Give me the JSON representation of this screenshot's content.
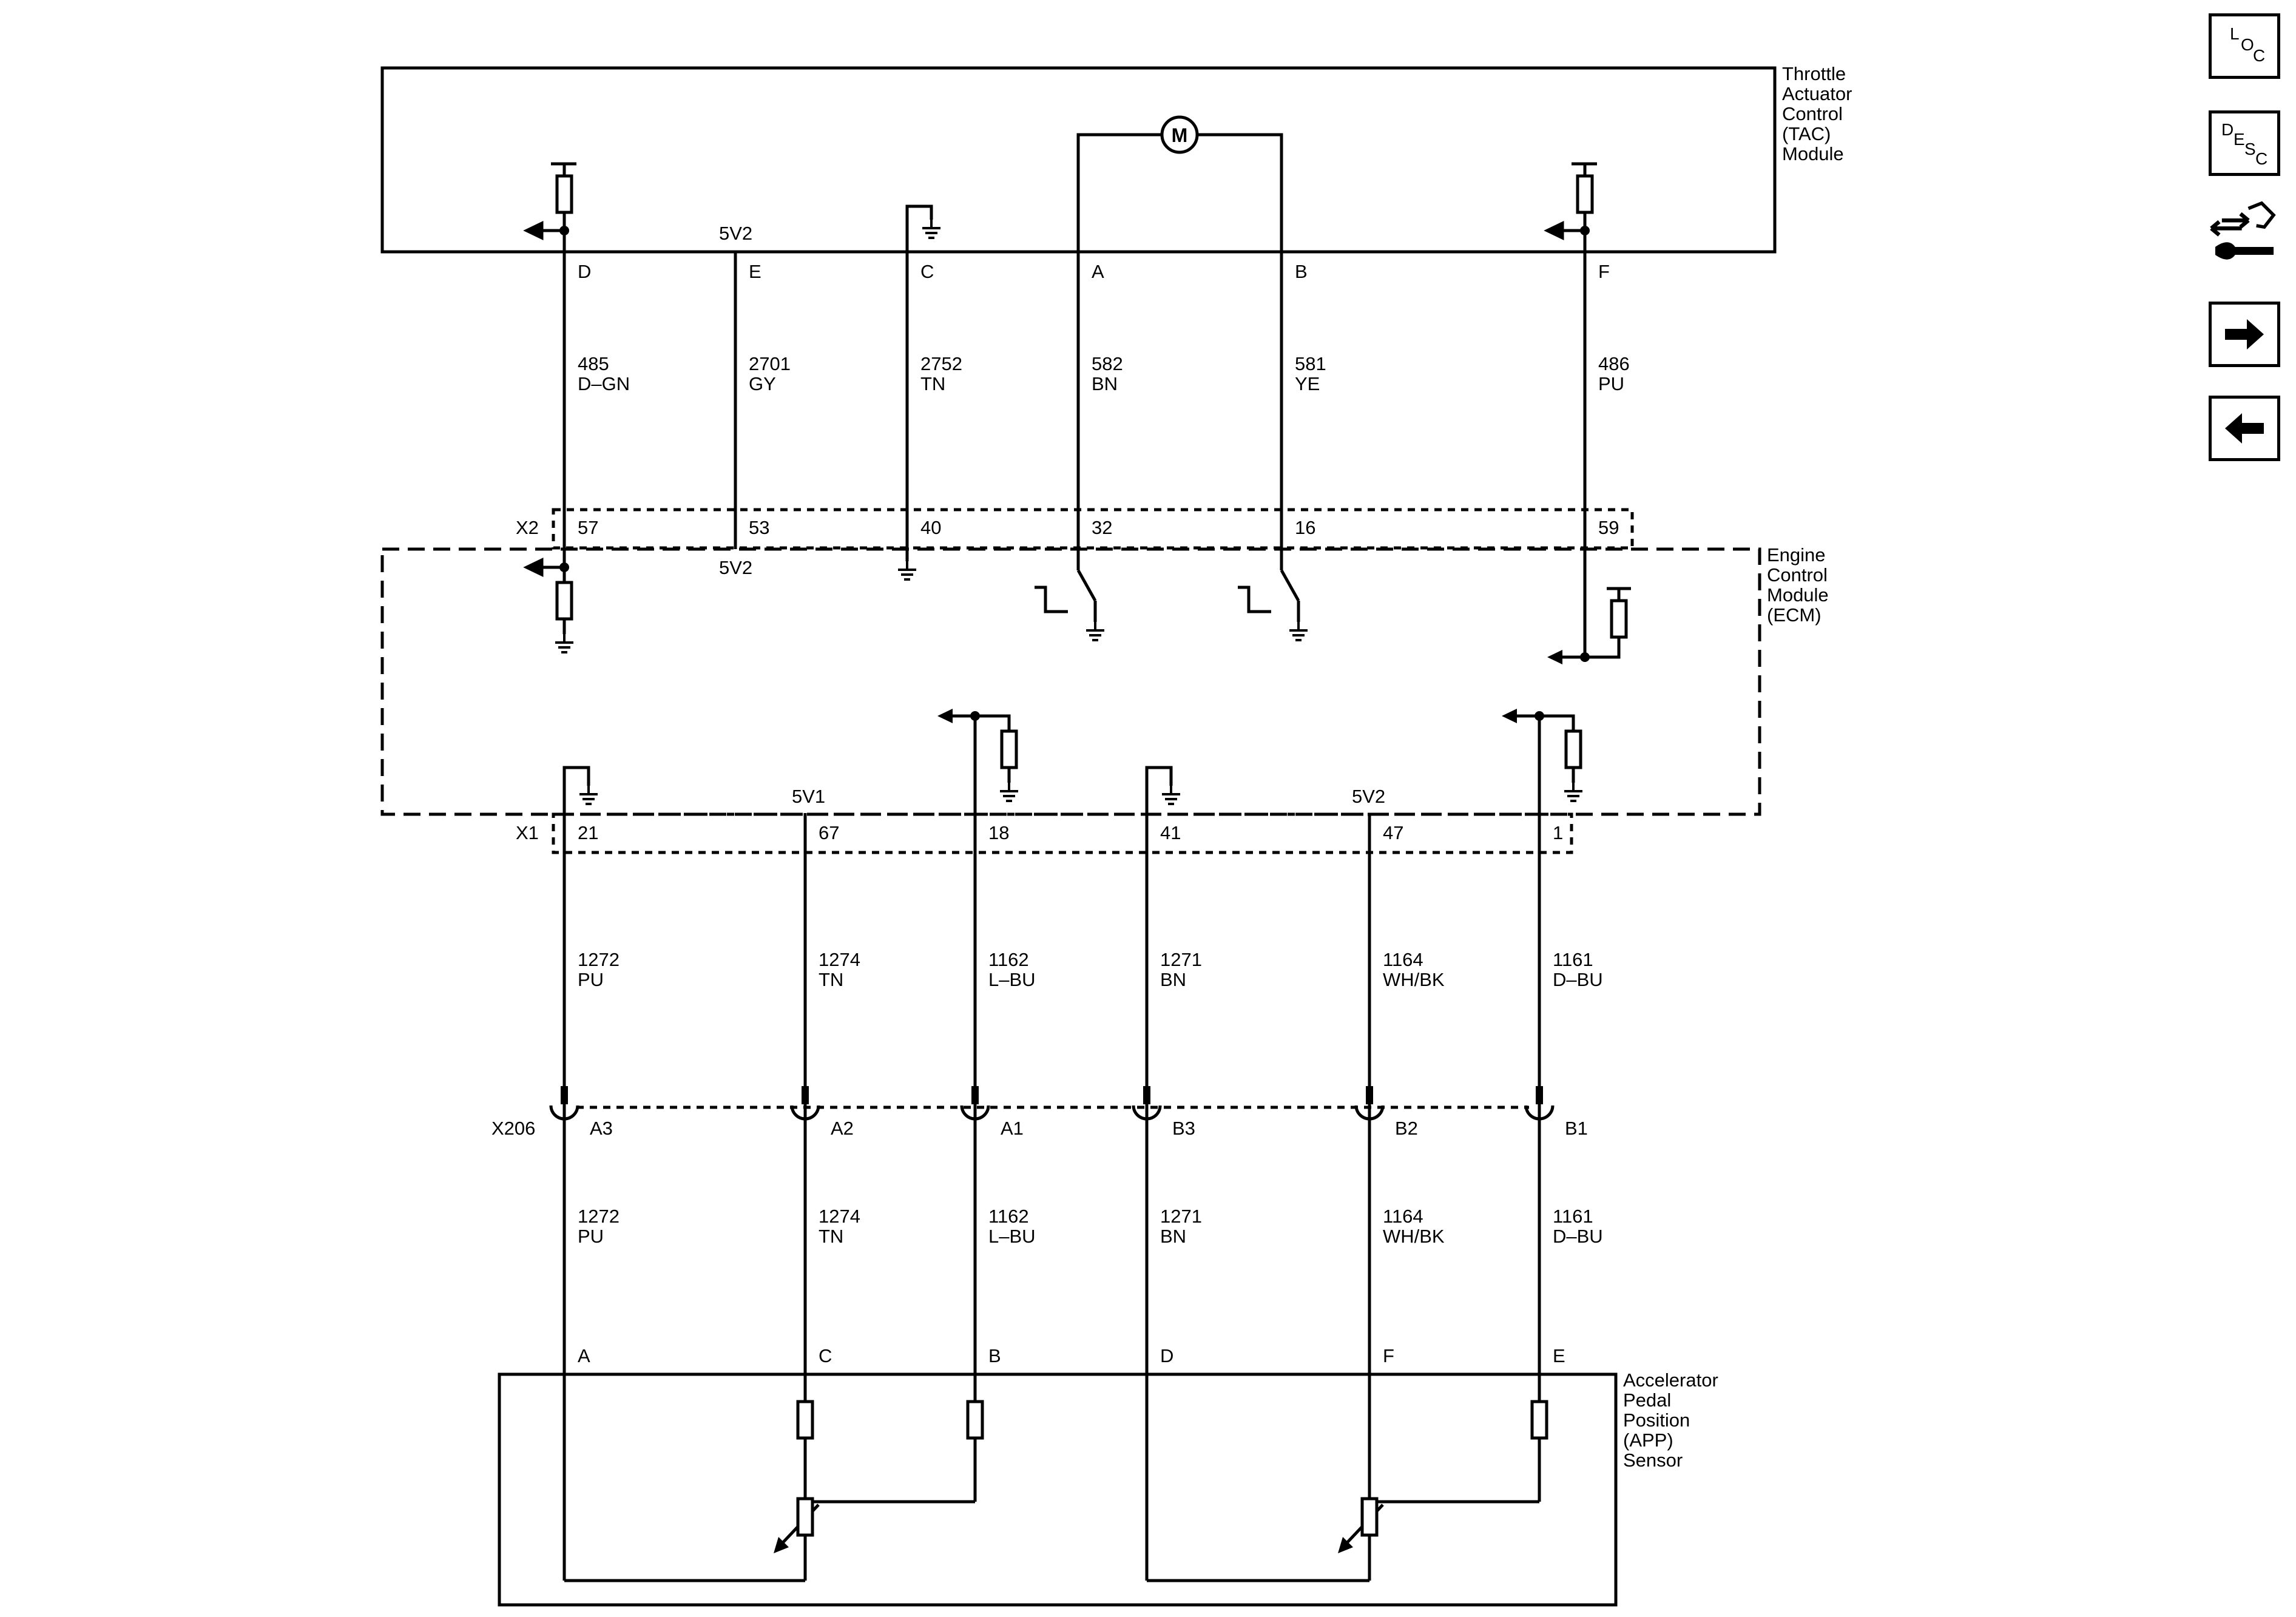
{
  "modules": {
    "tac": [
      "Throttle",
      "Actuator",
      "Control",
      "(TAC)",
      "Module"
    ],
    "ecm": [
      "Engine",
      "Control",
      "Module",
      "(ECM)"
    ],
    "app": [
      "Accelerator",
      "Pedal",
      "Position",
      "(APP)",
      "Sensor"
    ]
  },
  "motor_label": "M",
  "connectors": {
    "x2": "X2",
    "x1": "X1",
    "x206": "X206"
  },
  "reference_labels": {
    "tac_5v2": "5V2",
    "ecm_5v2_top": "5V2",
    "ecm_5v1": "5V1",
    "ecm_5v2_bottom": "5V2"
  },
  "upper_circuits": [
    {
      "tac_pin": "D",
      "circuit": "485",
      "color": "D–GN",
      "ecm_pin": "57"
    },
    {
      "tac_pin": "E",
      "circuit": "2701",
      "color": "GY",
      "ecm_pin": "53"
    },
    {
      "tac_pin": "C",
      "circuit": "2752",
      "color": "TN",
      "ecm_pin": "40"
    },
    {
      "tac_pin": "A",
      "circuit": "582",
      "color": "BN",
      "ecm_pin": "32"
    },
    {
      "tac_pin": "B",
      "circuit": "581",
      "color": "YE",
      "ecm_pin": "16"
    },
    {
      "tac_pin": "F",
      "circuit": "486",
      "color": "PU",
      "ecm_pin": "59"
    }
  ],
  "lower_circuits": [
    {
      "ecm_pin": "21",
      "circuit": "1272",
      "color": "PU",
      "x206_pin": "A3",
      "app_pin": "A"
    },
    {
      "ecm_pin": "67",
      "circuit": "1274",
      "color": "TN",
      "x206_pin": "A2",
      "app_pin": "C"
    },
    {
      "ecm_pin": "18",
      "circuit": "1162",
      "color": "L–BU",
      "x206_pin": "A1",
      "app_pin": "B"
    },
    {
      "ecm_pin": "41",
      "circuit": "1271",
      "color": "BN",
      "x206_pin": "B3",
      "app_pin": "D"
    },
    {
      "ecm_pin": "47",
      "circuit": "1164",
      "color": "WH/BK",
      "x206_pin": "B2",
      "app_pin": "F"
    },
    {
      "ecm_pin": "1",
      "circuit": "1161",
      "color": "D–BU",
      "x206_pin": "B1",
      "app_pin": "E"
    }
  ],
  "nav": {
    "loc": [
      "L",
      "O",
      "C"
    ],
    "desc": [
      "D",
      "E",
      "S",
      "C"
    ],
    "connector_icon": "connector-repair-icon",
    "next_icon": "arrow-right-icon",
    "prev_icon": "arrow-left-icon"
  }
}
